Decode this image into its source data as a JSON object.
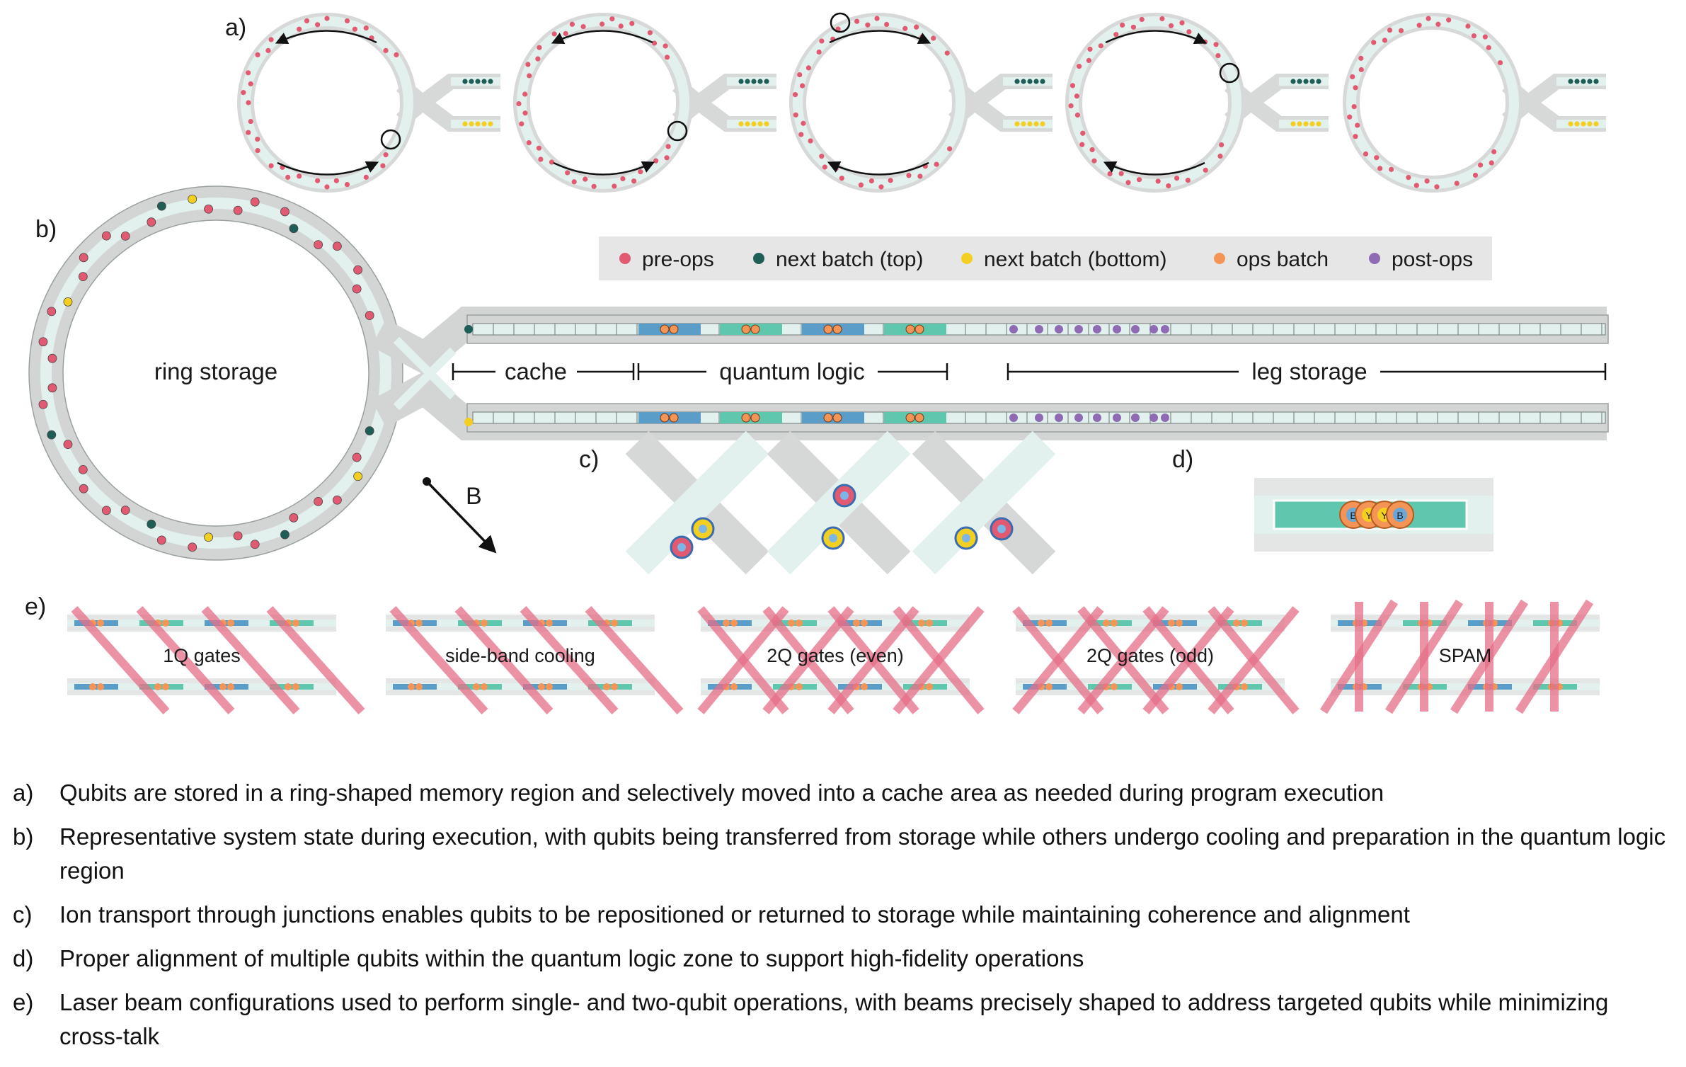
{
  "panels": {
    "a": "a)",
    "b": "b)",
    "c": "c)",
    "d": "d)",
    "e": "e)"
  },
  "legend": [
    {
      "label": "pre-ops",
      "color": "#e25a72"
    },
    {
      "label": "next batch (top)",
      "color": "#1f5e57"
    },
    {
      "label": "next batch (bottom)",
      "color": "#f2cf20"
    },
    {
      "label": "ops batch",
      "color": "#f49557"
    },
    {
      "label": "post-ops",
      "color": "#8e6bb3"
    }
  ],
  "regions": {
    "ring": "ring storage",
    "cache": "cache",
    "logic": "quantum logic",
    "leg": "leg storage"
  },
  "field_label": "B",
  "gate_modes": [
    "1Q gates",
    "side-band cooling",
    "2Q gates (even)",
    "2Q gates (odd)",
    "SPAM"
  ],
  "d_ions": [
    "B",
    "Y",
    "Y",
    "B"
  ],
  "captions": [
    {
      "key": "a)",
      "text": "Qubits are stored in a ring-shaped memory region and selectively moved into a cache area as needed during program execution"
    },
    {
      "key": "b)",
      "text": "Representative system state during execution, with qubits being transferred from storage while others undergo cooling and preparation in the quantum logic region"
    },
    {
      "key": "c)",
      "text": "Ion transport through junctions enables qubits to be repositioned or returned to storage while maintaining coherence and alignment"
    },
    {
      "key": "d)",
      "text": "Proper alignment of multiple qubits within the quantum logic zone to support high-fidelity operations"
    },
    {
      "key": "e)",
      "text": "Laser beam configurations used to perform single- and two-qubit operations, with beams precisely shaped to address targeted qubits while minimizing cross-talk"
    }
  ],
  "colors": {
    "track": "#e2f1ee",
    "track_edge": "#c9cdcc",
    "blue_zone": "#5b9dc9",
    "green_zone": "#5fc7ad",
    "beam": "#e66d87",
    "ops": "#f49557",
    "pre": "#e25a72",
    "post": "#8e6bb3",
    "top": "#1f5e57",
    "bottom": "#f2cf20"
  }
}
